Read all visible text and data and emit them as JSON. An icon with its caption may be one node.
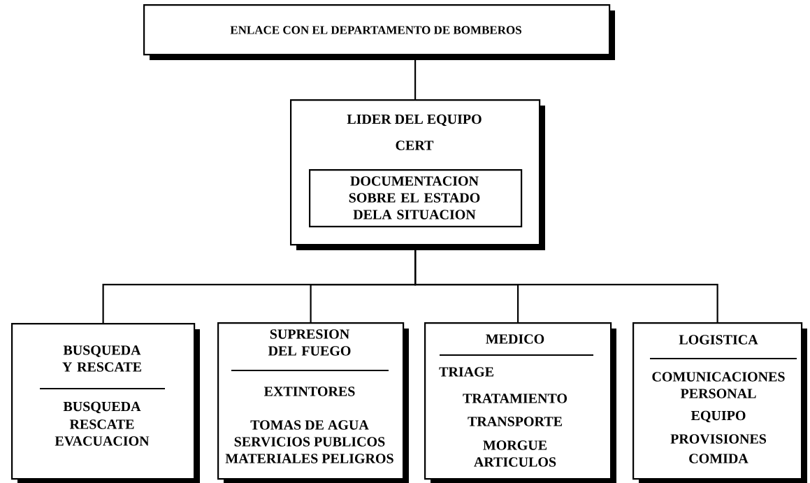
{
  "diagram": {
    "nodes": [
      {
        "text": [
          "ENLACE CON EL DEPARTAMENTO DE BOMBEROS"
        ]
      },
      {
        "text": [
          "LIDER DEL EQUIPO",
          "CERT"
        ]
      },
      {
        "text": [
          "DOCUMENTACION SOBRE EL ESTADO DELA SITUACION"
        ],
        "in": 1
      },
      {
        "text": [
          "BUSQUEDA Y RESCATE",
          "BUSQUEDA",
          "RESCATE",
          "EVACUACION"
        ]
      },
      {
        "text": [
          "SUPRESION DEL FUEGO",
          "EXTINTORES",
          "TOMAS DE AGUA",
          "SERVICIOS PUBLICOS",
          "MATERIALES PELIGROS"
        ]
      },
      {
        "text": [
          "MEDICO",
          "TRIAGE",
          "TRATAMIENTO",
          "TRANSPORTE",
          "MORGUE",
          "ARTICULOS"
        ]
      },
      {
        "text": [
          "LOGISTICA",
          "COMUNICACIONES",
          "PERSONAL",
          "EQUIPO",
          "PROVISIONES",
          "COMIDA"
        ]
      }
    ],
    "edges": [
      {
        "from": 0,
        "to": 1,
        "arrow": "none"
      },
      {
        "from": 1,
        "to": 3,
        "arrow": "none"
      },
      {
        "from": 1,
        "to": 4,
        "arrow": "none"
      },
      {
        "from": 1,
        "to": 5,
        "arrow": "none"
      },
      {
        "from": 1,
        "to": 6,
        "arrow": "none"
      }
    ]
  }
}
